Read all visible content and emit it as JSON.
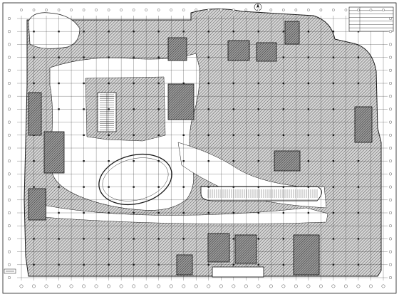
{
  "drawing": {
    "kind": "architectural floor plan",
    "colors": {
      "line": "#1a1a1a",
      "hatch": "#6e6e6e",
      "void_fill": "#ffffff",
      "paper": "#ffffff"
    },
    "grid_columns": 30,
    "grid_rows": 21,
    "hatch_style": "diagonal",
    "icons": [
      "north-arrow-icon",
      "scale-bar-icon"
    ]
  },
  "title_block": {
    "rows": [
      "",
      "",
      "",
      "",
      "",
      "",
      ""
    ]
  }
}
